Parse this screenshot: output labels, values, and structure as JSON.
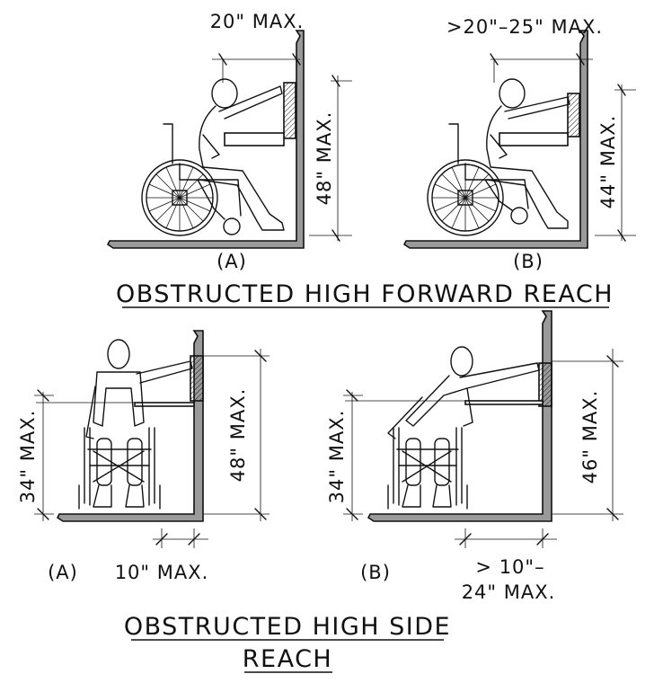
{
  "forward": {
    "title": "OBSTRUCTED HIGH FORWARD REACH",
    "a": {
      "letter": "(A)",
      "top_dim": "20\" MAX.",
      "side_dim": "48\" MAX."
    },
    "b": {
      "letter": "(B)",
      "top_dim": ">20\"–25\" MAX.",
      "side_dim": "44\" MAX."
    }
  },
  "side": {
    "title_line1": "OBSTRUCTED HIGH SIDE",
    "title_line2": "REACH",
    "a": {
      "letter": "(A)",
      "left_dim": "34\" MAX.",
      "right_dim": "48\" MAX.",
      "bottom_dim": "10\" MAX."
    },
    "b": {
      "letter": "(B)",
      "left_dim": "34\" MAX.",
      "right_dim": "46\" MAX.",
      "bottom_dim_line1": "> 10\"–",
      "bottom_dim_line2": "24\" MAX."
    }
  }
}
